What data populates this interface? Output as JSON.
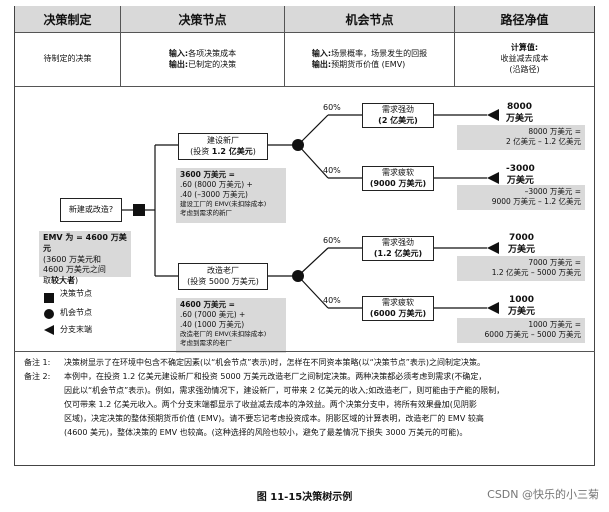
{
  "table": {
    "headers": [
      "决策制定",
      "决策节点",
      "机会节点",
      "路径净值"
    ],
    "row": {
      "decision_making": "待制定的决策",
      "decision_node": {
        "input_label": "输入:",
        "input": "各项决策成本",
        "output_label": "输出:",
        "output": "已制定的决策"
      },
      "chance_node": {
        "input_label": "输入:",
        "input": "场景概率，场景发生的回报",
        "output_label": "输出:",
        "output": "预期货币价值 (EMV)"
      },
      "path_value": {
        "title": "计算值:",
        "line1": "收益减去成本",
        "line2": "(沿路径)"
      }
    }
  },
  "tree": {
    "root_label": "新建或改造?",
    "root_emv": {
      "bold": "EMV 为 = 4600 万美元",
      "lines": [
        "(3600 万美元和",
        "4600 万美元之间"
      ],
      "last_pre": "取",
      "last_bold": "较大者",
      "last_post": ")"
    },
    "legend": {
      "decision": "决策节点",
      "chance": "机会节点",
      "end": "分支末端"
    },
    "build": {
      "label": "建设新厂",
      "cost_pre": "(投资 ",
      "cost_bold": "1.2 亿美元",
      "cost_post": ")",
      "emv": {
        "bold": "3600 万美元 =",
        "lines": [
          ".60 (8000 万美元) +",
          ".40 (–3000 万美元)",
          "建设工厂的 EMV(未扣除成本)",
          "考虑到需求的新厂"
        ]
      },
      "high": {
        "pct": "60%",
        "label": "需求强劲",
        "value": "(2 亿美元)",
        "result": "8000",
        "unit": "万美元",
        "calc1": "8000 万美元 =",
        "calc2": "2 亿美元 – 1.2 亿美元"
      },
      "low": {
        "pct": "40%",
        "label": "需求疲软",
        "value": "(9000 万美元)",
        "result": "-3000",
        "unit": "万美元",
        "calc1": "–3000 万美元 =",
        "calc2": "9000 万美元 – 1.2 亿美元"
      }
    },
    "upgrade": {
      "label": "改造老厂",
      "cost": "(投资 5000 万美元)",
      "emv": {
        "bold": "4600 万美元 =",
        "lines": [
          ".60 (7000 美元) +",
          ".40 (1000 万美元)",
          "改造老厂的 EMV(未扣除成本)",
          "考虑到需求的老厂"
        ]
      },
      "high": {
        "pct": "60%",
        "label": "需求强劲",
        "value": "(1.2 亿美元)",
        "result": "7000",
        "unit": "万美元",
        "calc1": "7000 万美元 =",
        "calc2": "1.2 亿美元 – 5000 万美元"
      },
      "low": {
        "pct": "40%",
        "label": "需求疲软",
        "value": "(6000 万美元)",
        "result": "1000",
        "unit": "万美元",
        "calc1": "1000 万美元 =",
        "calc2": "6000 万美元 – 5000 万美元"
      }
    }
  },
  "notes": [
    {
      "label": "备注 1:",
      "lines": [
        "决策树显示了在环境中包含不确定因素(以“机会节点”表示)时，怎样在不同资本策略(以“决策节点”表示)之间制定决策。"
      ]
    },
    {
      "label": "备注 2:",
      "lines": [
        "本例中，在投资 1.2 亿美元建设新厂和投资 5000 万美元改造老厂之间制定决策。两种决策都必须考虑到需求(不确定，",
        "因此以“机会节点”表示)。例如，需求强劲情况下，建设新厂，可带来 2 亿美元的收入;如改造老厂，则可能由于产能的限制，",
        "仅可带来 1.2 亿美元收入。两个分支末端都显示了收益减去成本的净效益。两个决策分支中，将所有效果叠加(见阴影",
        "区域)，决定决策的整体预期货币价值 (EMV)。请不要忘记考虑投资成本。阴影区域的计算表明，改造老厂的 EMV 较高",
        "(4600 美元)，整体决策的 EMV 也较高。(这种选择的风险也较小，避免了最差情况下损失 3000 万美元的可能)。"
      ]
    }
  ],
  "caption": "图 11-15决策树示例",
  "watermark": "CSDN @快乐的小三菊"
}
